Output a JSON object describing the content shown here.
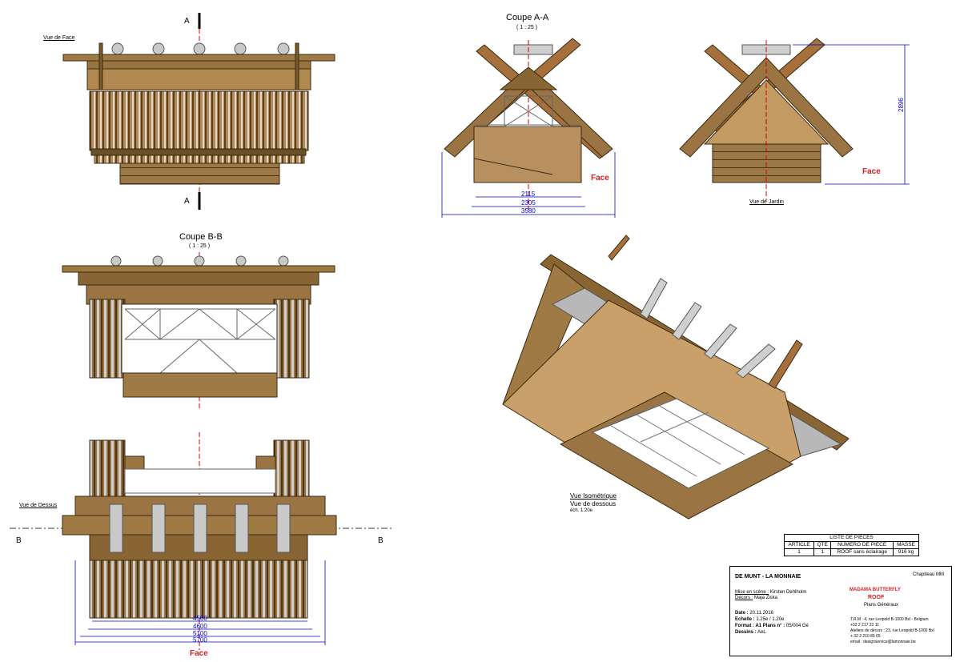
{
  "views": {
    "face": {
      "label": "Vue de Face",
      "section_mark_top": "A",
      "section_mark_bottom": "A"
    },
    "section_aa": {
      "title": "Coupe A-A",
      "scale": "( 1 : 25 )",
      "face_label": "Face",
      "dims": {
        "d1": "2115",
        "d2": "2305",
        "d3": "3580"
      }
    },
    "jardin": {
      "label": "Vue de Jardin",
      "face_label": "Face",
      "height_dim": "2896"
    },
    "section_bb": {
      "title": "Coupe B-B",
      "scale": "( 1 : 25 )"
    },
    "dessus": {
      "label": "Vue de Dessus",
      "mark_left": "B",
      "mark_right": "B",
      "face_label": "Face",
      "dims": {
        "d1": "4500",
        "d2": "4600",
        "d3": "5100",
        "d4": "5700"
      }
    },
    "iso": {
      "label1": "Vue Isométrique",
      "label2": "Vue de dessous",
      "label3": "éch. 1:20e"
    }
  },
  "parts_list": {
    "title": "LISTE DE PIECES",
    "headers": [
      "ARTICLE",
      "QTE",
      "NUMERO DE PIECE",
      "MASSE"
    ],
    "rows": [
      [
        "1",
        "1",
        "ROOF sans éclairage",
        "916 kg"
      ]
    ]
  },
  "title_block": {
    "company": "DE MUNT - LA MONNAIE",
    "project_code": "Chapiteau MM",
    "mise_en_scene_label": "Mise en scène :",
    "mise_en_scene_value": "Kirsten Dehlholm",
    "decors_label": "Décors :",
    "decors_value": "Maja Ziska",
    "production": "MADAMA BUTTERFLY",
    "subject": "ROOF",
    "sheet_type": "Plans Généraux",
    "date_label": "Date :",
    "date_value": "20.11.2016",
    "echelle_label": "Echelle :",
    "echelle_value": "1.25e / 1.20e",
    "format_label": "Format : A1 Plans n° :",
    "format_value": "05/004 Gé",
    "dessins_label": "Dessins :",
    "dessins_value": "AeL",
    "trm": "T.R.M : 4, rue Leopold B-1000 Bxl - Belgium",
    "trm_phone": "+32 2 217 22 11",
    "ateliers": "Ateliers de décors : 23, rue Leopold B-1000 Bxl",
    "ateliers_phone": "+ 32 2 210 85 65",
    "email": "email : designservice@lamonnaie.be"
  },
  "colors": {
    "wood": "#8a6a3a",
    "wood_light": "#b08850",
    "wood_dark": "#5a4020",
    "steel": "#c8c8c8",
    "axis": "#d00000",
    "dimension": "#0000cc"
  }
}
